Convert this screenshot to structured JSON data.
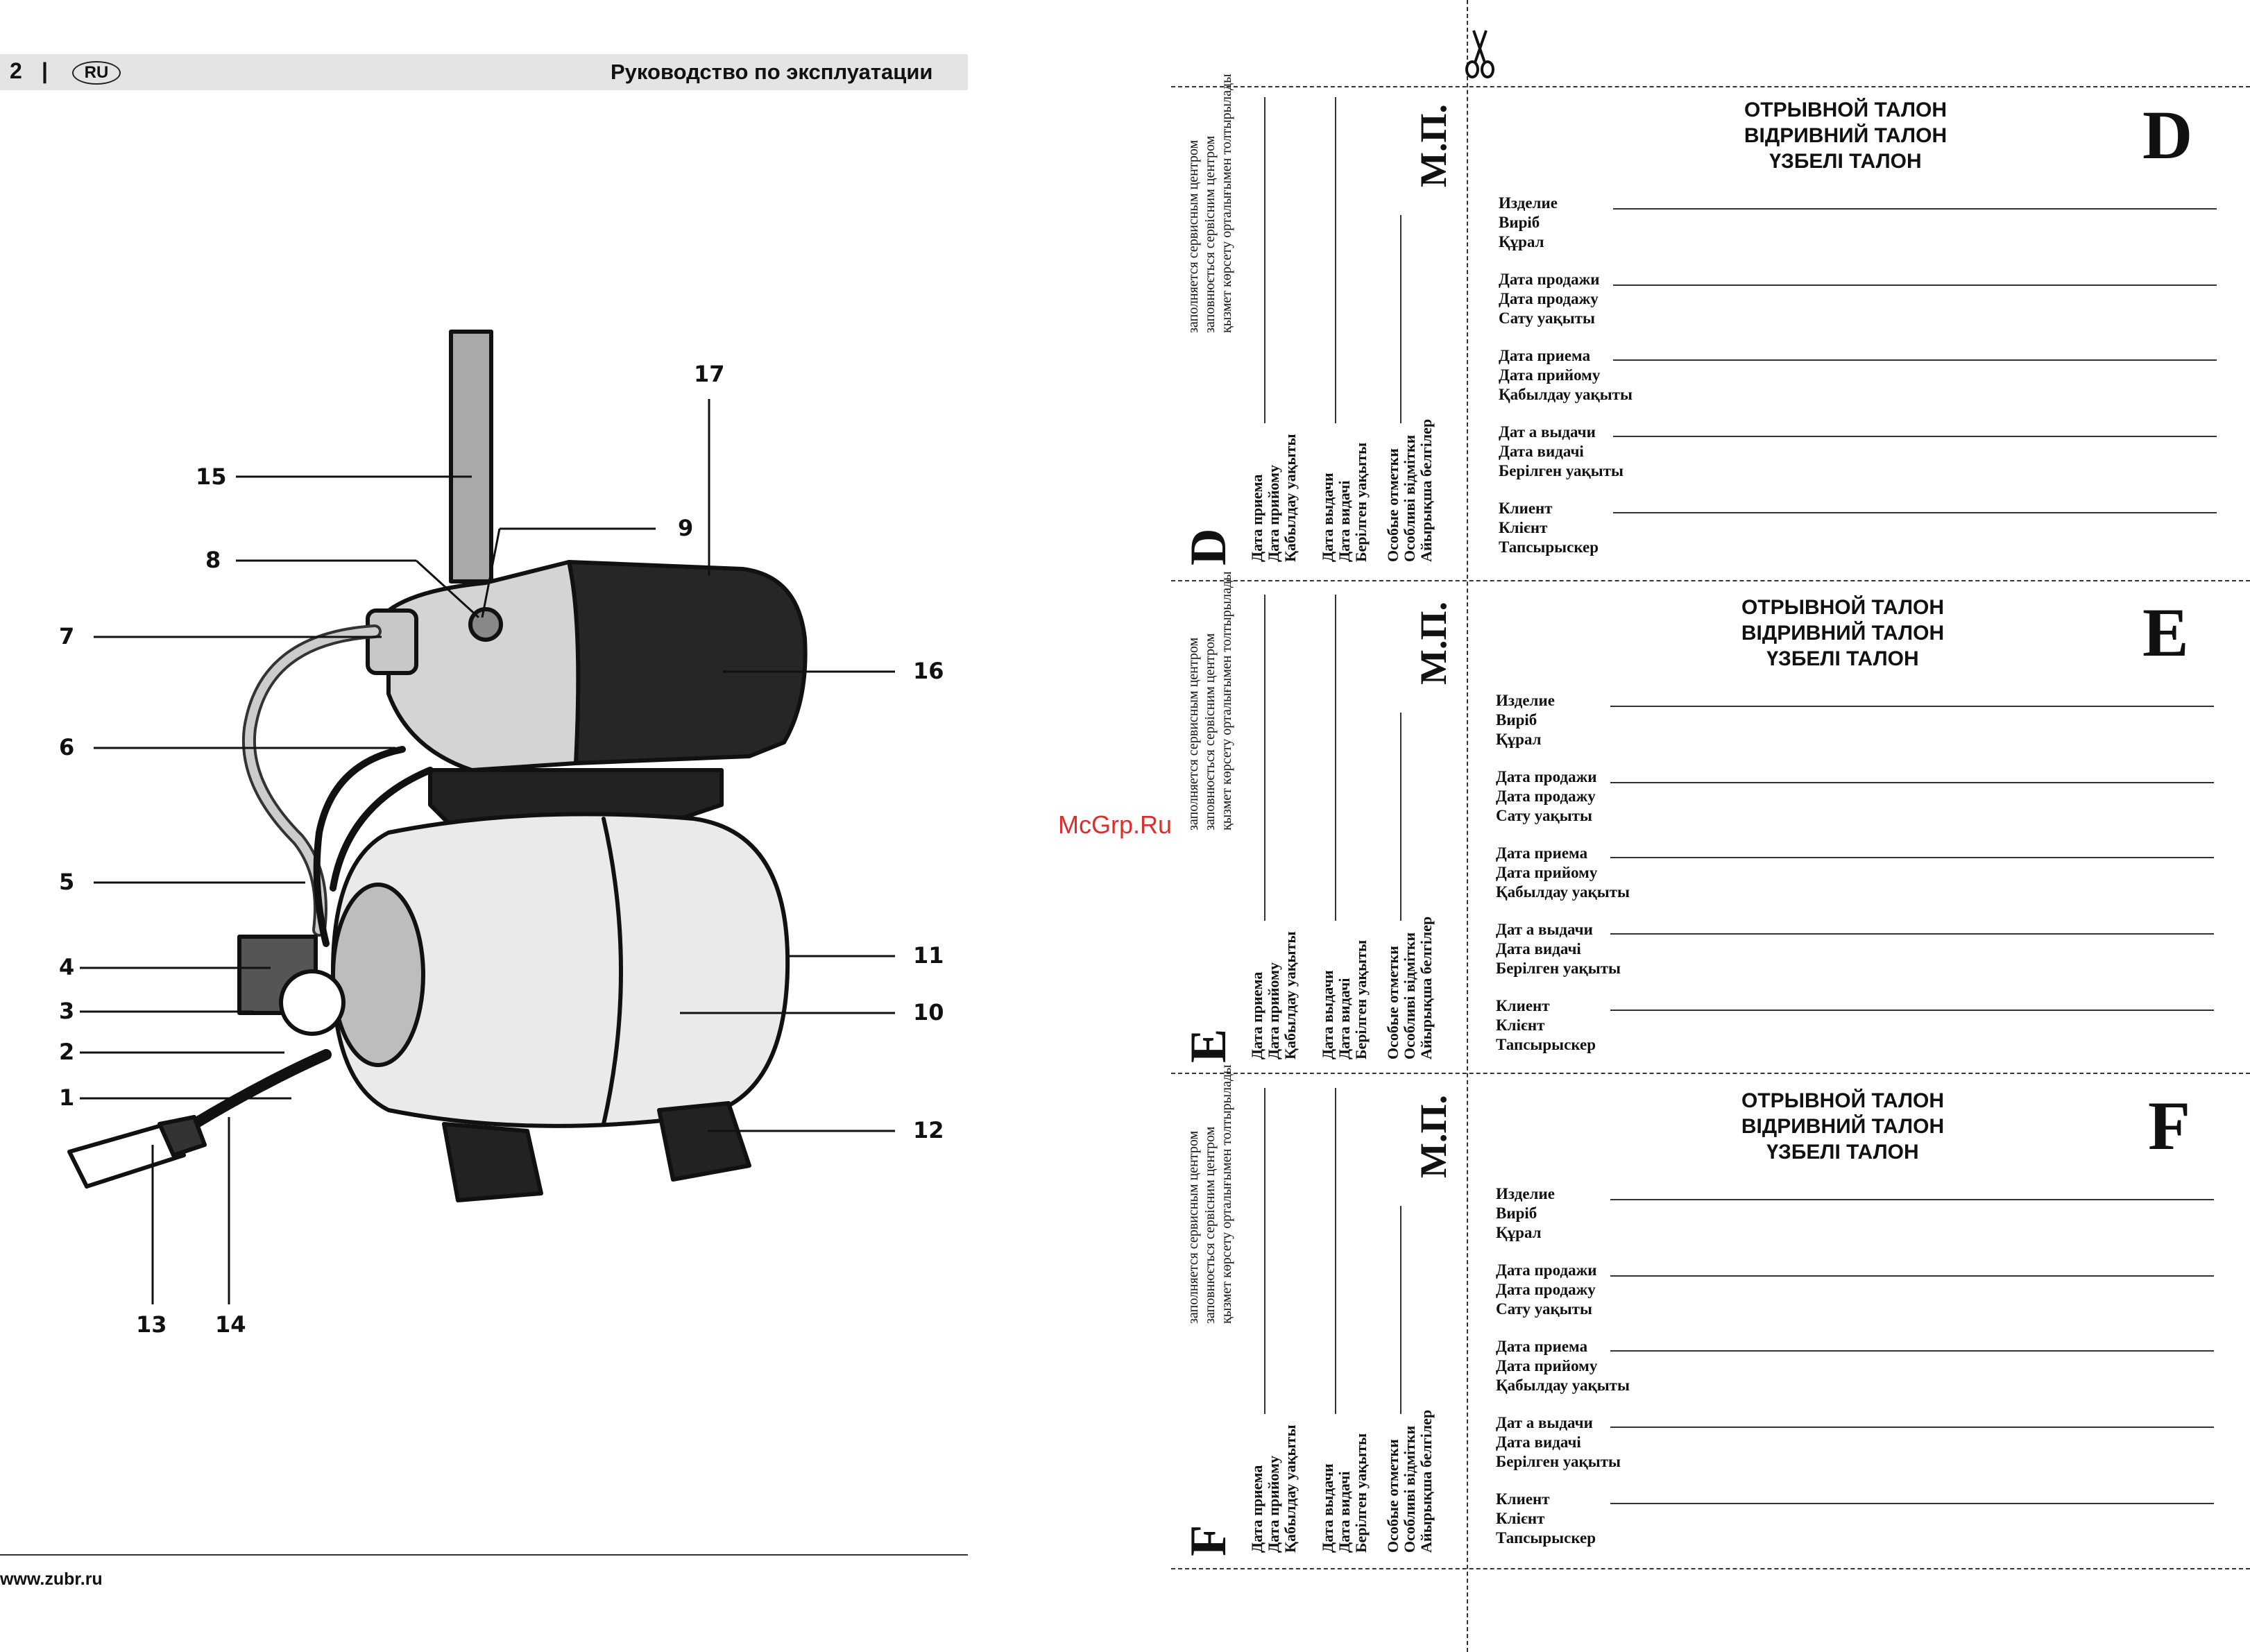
{
  "header": {
    "page_number": "2",
    "separator": "|",
    "lang": "RU",
    "title": "Руководство по эксплуатации"
  },
  "footer": {
    "url": "www.zubr.ru"
  },
  "watermark": "McGrp.Ru",
  "callouts": [
    "1",
    "2",
    "3",
    "4",
    "5",
    "6",
    "7",
    "8",
    "9",
    "10",
    "11",
    "12",
    "13",
    "14",
    "15",
    "16",
    "17"
  ],
  "stub": {
    "filled_by": [
      "заполняется сервисным центром",
      "заповнюється сервісним центром",
      "қызмет көрсету орталығымен толтырылады"
    ],
    "receipt": [
      "Дата приема",
      "Дата прийому",
      "Қабылдау уақыты"
    ],
    "issue": [
      "Дата выдачи",
      "Дата видачі",
      "Берілген уақыты"
    ],
    "notes": [
      "Особые отметки",
      "Особливі відмітки",
      "Айырықша белгілер"
    ],
    "stamp": "М.П."
  },
  "ticket_titles": [
    "ОТРЫВНОЙ ТАЛОН",
    "ВІДРИВНИЙ ТАЛОН",
    "ҮЗБЕЛІ ТАЛОН"
  ],
  "fields": [
    {
      "labels": [
        "Изделие",
        "Виріб",
        "Құрал"
      ]
    },
    {
      "labels": [
        "Дата продажи",
        "Дата продажу",
        "Сату уақыты"
      ]
    },
    {
      "labels": [
        "Дата приема",
        "Дата прийому",
        "Қабылдау уақыты"
      ]
    },
    {
      "labels": [
        "Дат а выдачи",
        "Дата видачі",
        "Берілген уақыты"
      ]
    },
    {
      "labels": [
        "Клиент",
        "Клієнт",
        "Тапсырыскер"
      ]
    }
  ],
  "coupons": [
    {
      "letter": "D"
    },
    {
      "letter": "E"
    },
    {
      "letter": "F"
    }
  ]
}
